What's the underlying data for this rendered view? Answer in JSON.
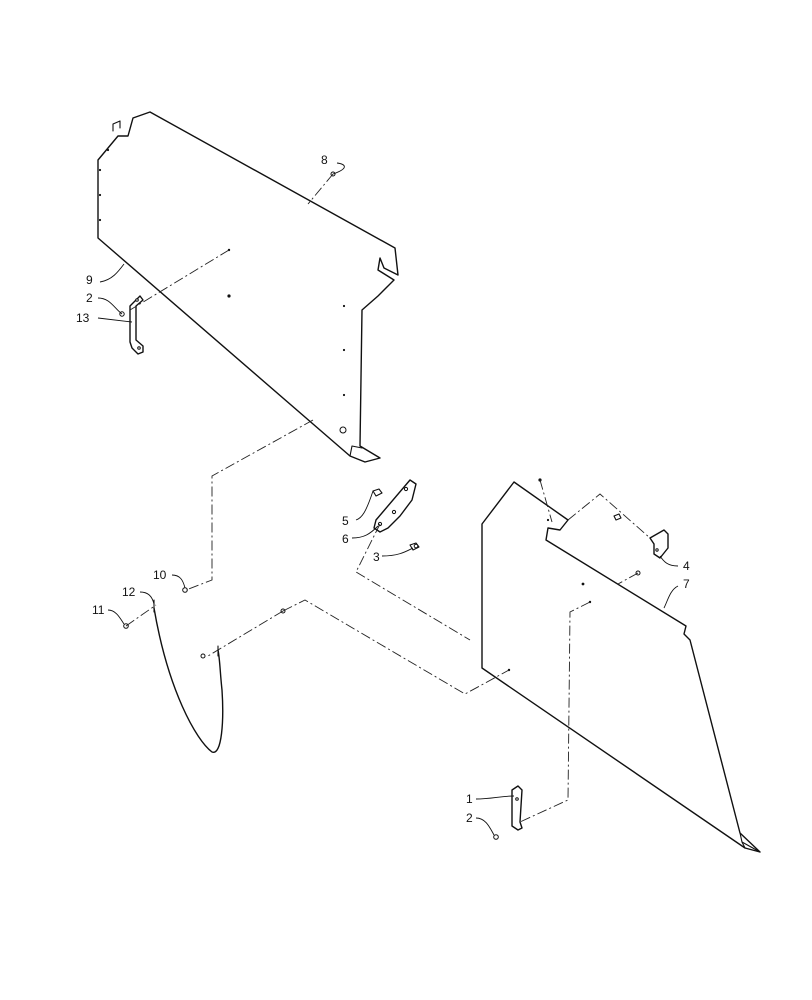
{
  "callouts": {
    "c8": "8",
    "c9": "9",
    "c2a": "2",
    "c13": "13",
    "c5": "5",
    "c6": "6",
    "c3": "3",
    "c4": "4",
    "c7": "7",
    "c10": "10",
    "c12": "12",
    "c11": "11",
    "c1": "1",
    "c2b": "2"
  }
}
